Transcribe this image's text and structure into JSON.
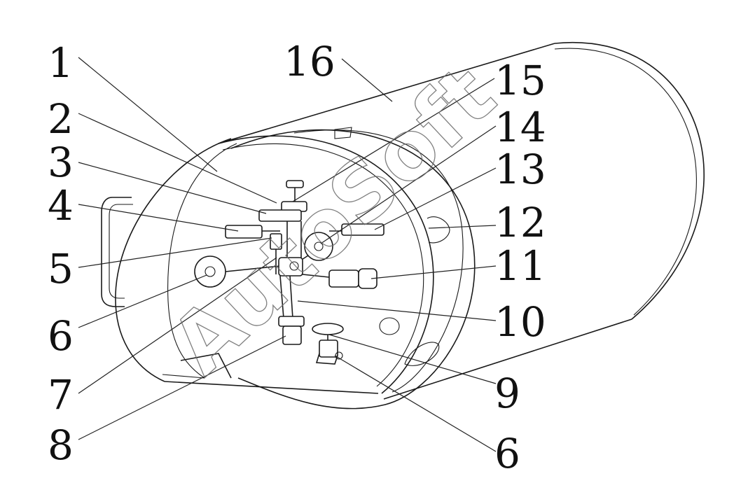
{
  "callouts": [
    {
      "id": "c1",
      "label": "1"
    },
    {
      "id": "c2",
      "label": "2"
    },
    {
      "id": "c3",
      "label": "3"
    },
    {
      "id": "c4",
      "label": "4"
    },
    {
      "id": "c5",
      "label": "5"
    },
    {
      "id": "c6a",
      "label": "6"
    },
    {
      "id": "c7",
      "label": "7"
    },
    {
      "id": "c8",
      "label": "8"
    },
    {
      "id": "c16",
      "label": "16"
    },
    {
      "id": "c15",
      "label": "15"
    },
    {
      "id": "c14",
      "label": "14"
    },
    {
      "id": "c13",
      "label": "13"
    },
    {
      "id": "c12",
      "label": "12"
    },
    {
      "id": "c11",
      "label": "11"
    },
    {
      "id": "c10",
      "label": "10"
    },
    {
      "id": "c9",
      "label": "9"
    },
    {
      "id": "c6b",
      "label": "6"
    }
  ],
  "watermark": "AutoSoft"
}
